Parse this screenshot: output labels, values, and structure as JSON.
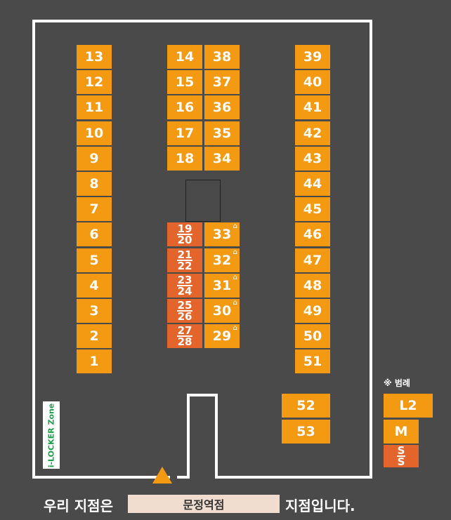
{
  "lockers_orange": [
    "13",
    "12",
    "11",
    "10",
    "9",
    "8",
    "7",
    "6",
    "5",
    "4",
    "3",
    "2",
    "1",
    "14",
    "15",
    "16",
    "17",
    "18",
    "38",
    "37",
    "36",
    "35",
    "34",
    "39",
    "40",
    "41",
    "42",
    "43",
    "44",
    "45",
    "46",
    "47",
    "48",
    "49",
    "50",
    "51",
    "52",
    "53"
  ],
  "lockers_with_hanger": [
    "33",
    "32",
    "31",
    "30",
    "29"
  ],
  "hanger_icon": "coat-hanger",
  "lockers_small": [
    [
      "19",
      "20"
    ],
    [
      "21",
      "22"
    ],
    [
      "23",
      "24"
    ],
    [
      "25",
      "26"
    ],
    [
      "27",
      "28"
    ]
  ],
  "zone_label": "i-LOCKER Zone",
  "legend": {
    "title": "※ 범례",
    "items": [
      "L2",
      "M",
      [
        "S",
        "S"
      ]
    ]
  },
  "footer": {
    "prefix": "우리 지점은",
    "store": "문정역점",
    "suffix": "지점입니다."
  },
  "colors": {
    "background": "#4a4a4a",
    "large": "#f39a12",
    "small": "#e3652c",
    "wall": "#ffffff",
    "zone_text": "#1aa34a"
  }
}
